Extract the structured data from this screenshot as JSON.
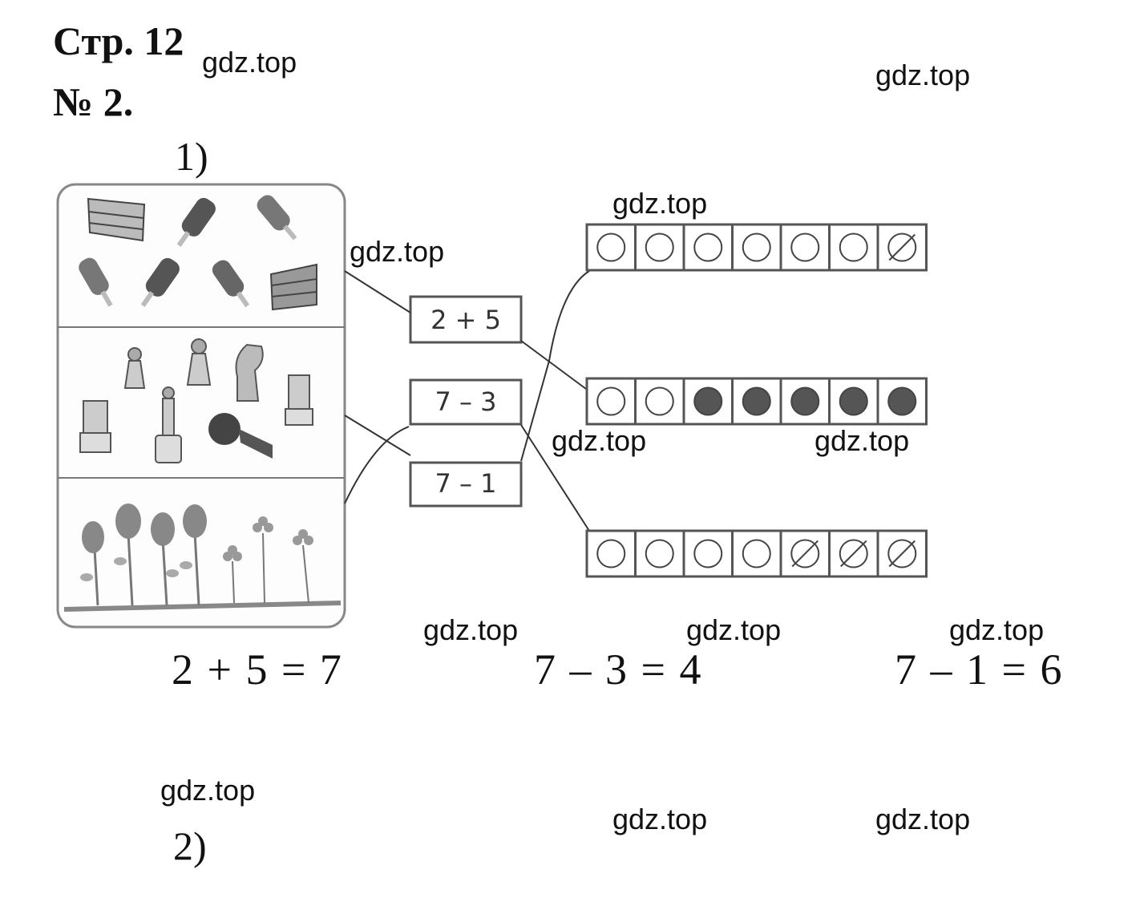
{
  "header": {
    "page": "Стр. 12",
    "task": "№ 2."
  },
  "parts": [
    "1)",
    "2)"
  ],
  "exercise": {
    "expressions": [
      "2 + 5",
      "7 – 3",
      "7 – 1"
    ],
    "groups": [
      {
        "name": "sweets",
        "count": 7,
        "items": [
          "cake",
          "ice-cream",
          "ice-cream",
          "ice-cream",
          "ice-cream",
          "ice-cream",
          "cake"
        ]
      },
      {
        "name": "chess",
        "count": 7,
        "items": [
          "pawn",
          "pawn",
          "knight",
          "rook",
          "queen",
          "pawn-lying",
          "rook"
        ]
      },
      {
        "name": "flowers",
        "count": 7,
        "items": [
          "tulip",
          "tulip",
          "tulip",
          "tulip",
          "clover",
          "clover",
          "clover"
        ]
      }
    ],
    "circle_rows": [
      {
        "circles": [
          "empty",
          "empty",
          "empty",
          "empty",
          "empty",
          "empty",
          "crossed"
        ]
      },
      {
        "circles": [
          "empty",
          "empty",
          "filled",
          "filled",
          "filled",
          "filled",
          "filled"
        ]
      },
      {
        "circles": [
          "empty",
          "empty",
          "empty",
          "empty",
          "crossed",
          "crossed",
          "crossed"
        ]
      }
    ],
    "colors": {
      "line": "#333333",
      "filled_circle": "#555555",
      "box_border": "#555555"
    }
  },
  "answers": [
    "2 + 5 = 7",
    "7 – 3 = 4",
    "7 – 1 = 6"
  ],
  "watermark": "gdz.top"
}
